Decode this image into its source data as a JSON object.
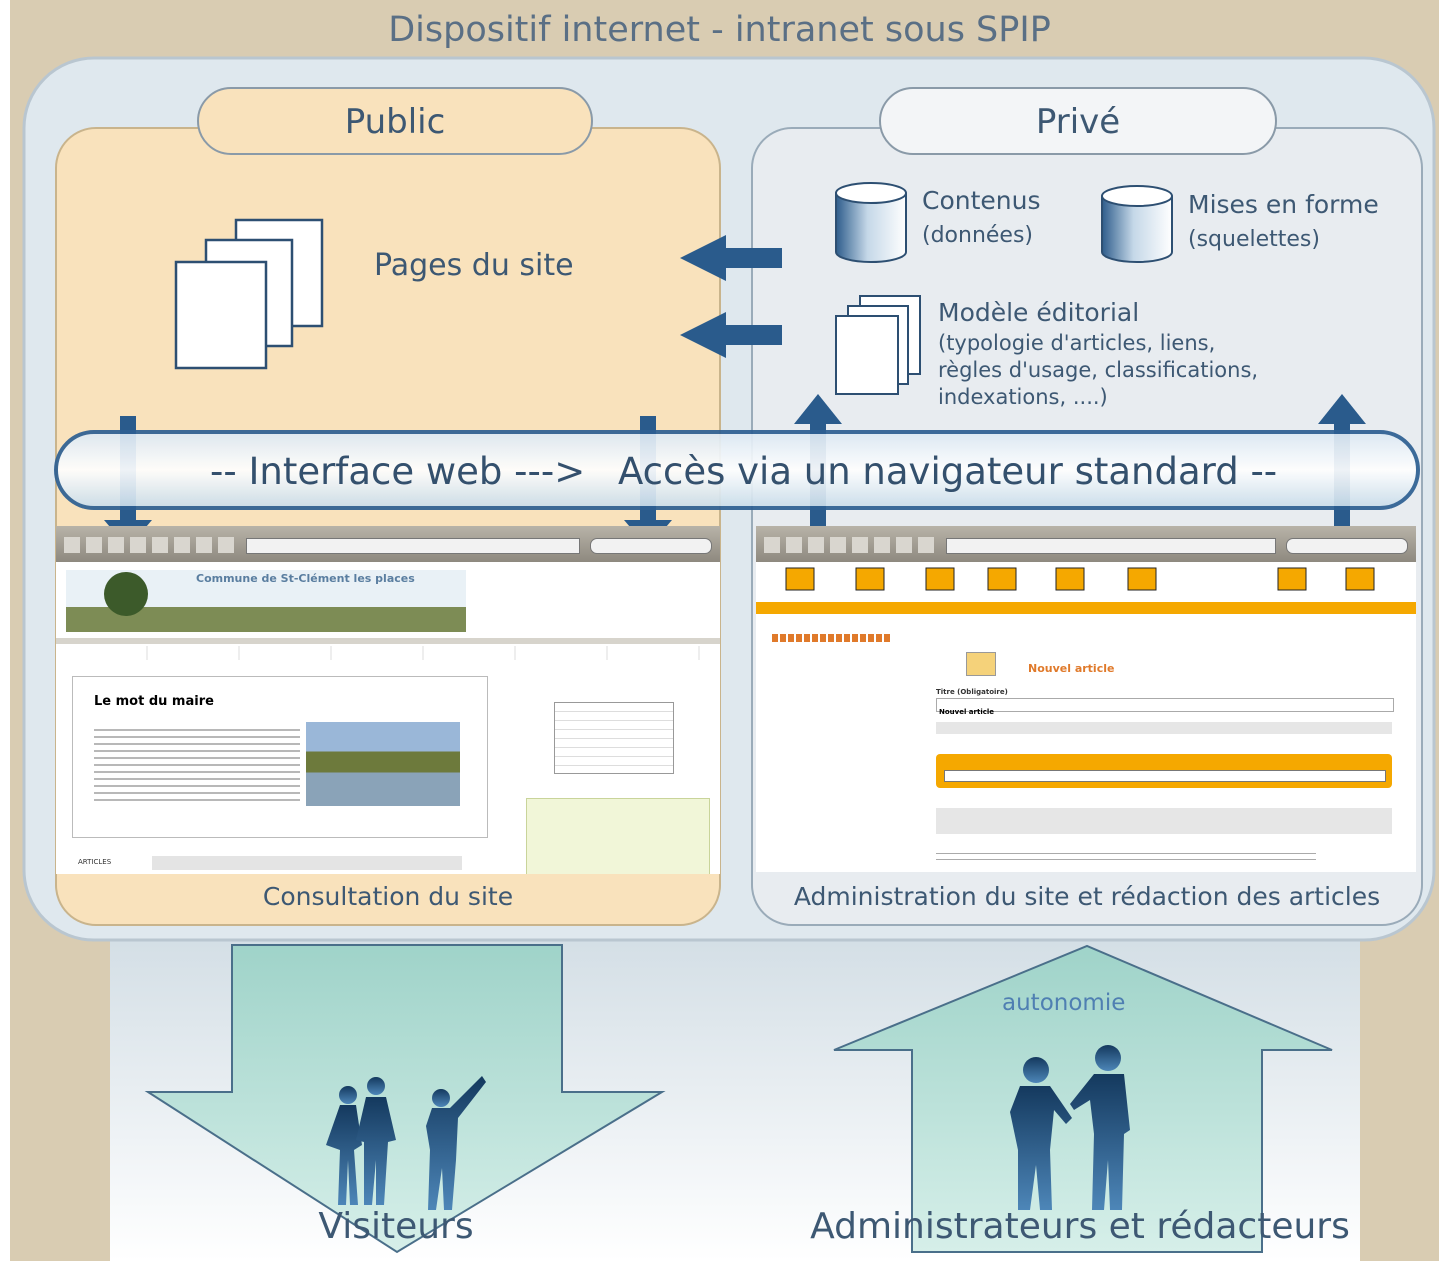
{
  "title": "Dispositif internet - intranet sous SPIP",
  "public_panel": {
    "title": "Public",
    "pages_label": "Pages du site",
    "caption": "Consultation du site",
    "screenshot": {
      "site_title": "Commune de St-Clément les places",
      "heading": "Le mot du maire",
      "tab_label": "ARTICLES"
    }
  },
  "prive_panel": {
    "title": "Privé",
    "contenus": {
      "label": "Contenus",
      "sub": "(données)"
    },
    "mises_en_forme": {
      "label": "Mises en forme",
      "sub": "(squelettes)"
    },
    "modele": {
      "label": "Modèle éditorial",
      "lines": [
        "(typologie d'articles, liens,",
        "règles d'usage, classifications,",
        "indexations, ....)"
      ]
    },
    "caption": "Administration du site et rédaction des articles",
    "screenshot": {
      "heading": "Nouvel article",
      "field_title_label": "Titre (Obligatoire)",
      "field_title_value": "Nouvel article"
    }
  },
  "interface_bar": {
    "left": "--  Interface web  --->",
    "right": "Accès via un navigateur standard  --"
  },
  "bottom": {
    "visitors": "Visiteurs",
    "admins": "Administrateurs et rédacteurs",
    "autonomie": "autonomie"
  },
  "colors": {
    "frame_tan": "#d9ccb2",
    "panel_public": "#f9e2bc",
    "panel_prive": "#e8ecf0",
    "arrow_blue": "#2a5b8c",
    "teal_arrow": "#bfe3dc",
    "orange_admin": "#f5a800"
  }
}
